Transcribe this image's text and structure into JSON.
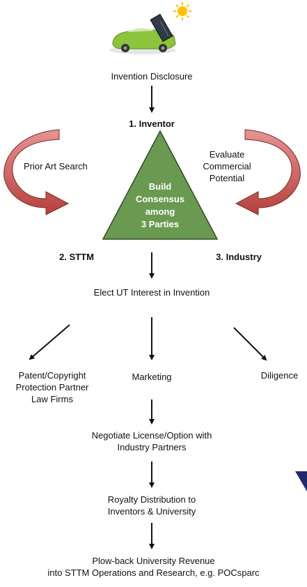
{
  "nodes": {
    "disclosure": "Invention Disclosure",
    "inventor": "1. Inventor",
    "sttm": "2. STTM",
    "industry": "3. Industry",
    "consensus": [
      "Build",
      "Consensus",
      "among",
      "3 Parties"
    ],
    "prior_art": "Prior Art Search",
    "evaluate": [
      "Evaluate",
      "Commercial",
      "Potential"
    ],
    "elect": "Elect UT Interest in Invention",
    "patent": [
      "Patent/Copyright",
      "Protection Partner",
      "Law Firms"
    ],
    "marketing": "Marketing",
    "diligence": "Diligence",
    "negotiate": [
      "Negotiate License/Option with",
      "Industry Partners"
    ],
    "royalty": [
      "Royalty Distribution to",
      "Inventors & University"
    ],
    "plowback": [
      "Plow-back University Revenue",
      "into STTM Operations and Research, e.g. POCsparc"
    ]
  },
  "colors": {
    "triangle": "#6a9a52",
    "triangle_stroke": "#2f4a26",
    "curved_arrow": "#c0504d",
    "arrow": "#111111",
    "car": "#8cc43c",
    "sun": "#ffc000"
  },
  "icons": [
    "solar-car-icon"
  ]
}
